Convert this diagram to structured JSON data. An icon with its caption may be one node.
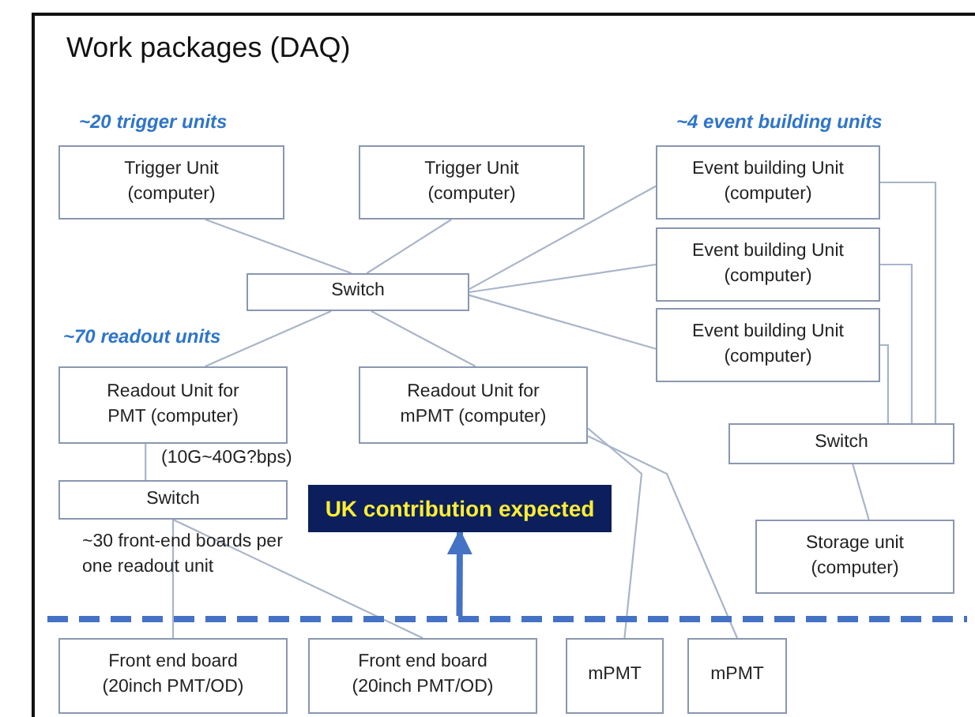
{
  "diagram": {
    "title": "Work packages (DAQ)",
    "nodes": [
      {
        "text": [
          "Trigger Unit (computer)"
        ]
      },
      {
        "text": [
          "Trigger Unit (computer)"
        ]
      },
      {
        "text": [
          "Event building Unit (computer)"
        ]
      },
      {
        "text": [
          "Event building Unit (computer)"
        ]
      },
      {
        "text": [
          "Event building Unit (computer)"
        ]
      },
      {
        "text": [
          "Switch"
        ]
      },
      {
        "text": [
          "Readout Unit for PMT (computer)"
        ]
      },
      {
        "text": [
          "Readout Unit for mPMT (computer)"
        ]
      },
      {
        "text": [
          "Switch"
        ]
      },
      {
        "text": [
          "Switch"
        ]
      },
      {
        "text": [
          "Storage unit (computer)"
        ]
      },
      {
        "text": [
          "UK contribution expected"
        ]
      },
      {
        "text": [
          "Front end board (20inch PMT/OD)"
        ]
      },
      {
        "text": [
          "Front end board (20inch PMT/OD)"
        ]
      },
      {
        "text": [
          "mPMT"
        ]
      },
      {
        "text": [
          "mPMT"
        ]
      },
      {
        "text": [],
        "shape": "line"
      }
    ],
    "edges": [
      {
        "from": 0,
        "to": 5,
        "arrow": "none"
      },
      {
        "from": 1,
        "to": 5,
        "arrow": "none"
      },
      {
        "from": 5,
        "to": 2,
        "arrow": "none"
      },
      {
        "from": 5,
        "to": 3,
        "arrow": "none"
      },
      {
        "from": 5,
        "to": 4,
        "arrow": "none"
      },
      {
        "from": 5,
        "to": 6,
        "arrow": "none"
      },
      {
        "from": 5,
        "to": 7,
        "arrow": "none"
      },
      {
        "from": 2,
        "to": 8,
        "arrow": "none"
      },
      {
        "from": 3,
        "to": 8,
        "arrow": "none"
      },
      {
        "from": 4,
        "to": 8,
        "arrow": "none"
      },
      {
        "from": 8,
        "to": 10,
        "arrow": "none"
      },
      {
        "from": 6,
        "to": 9,
        "arrow": "none",
        "label": "(10G~40G?bps)"
      },
      {
        "from": 9,
        "to": 12,
        "arrow": "none"
      },
      {
        "from": 9,
        "to": 13,
        "arrow": "none"
      },
      {
        "from": 7,
        "to": 14,
        "arrow": "none"
      },
      {
        "from": 7,
        "to": 15,
        "arrow": "none"
      },
      {
        "from": 16,
        "to": 11,
        "arrow": "to",
        "style": "thick",
        "color": "#4472c4"
      }
    ],
    "labels": [
      "~20 trigger units",
      "~4 event building units",
      "~70 readout units",
      "~30 front-end boards per one readout unit"
    ]
  }
}
